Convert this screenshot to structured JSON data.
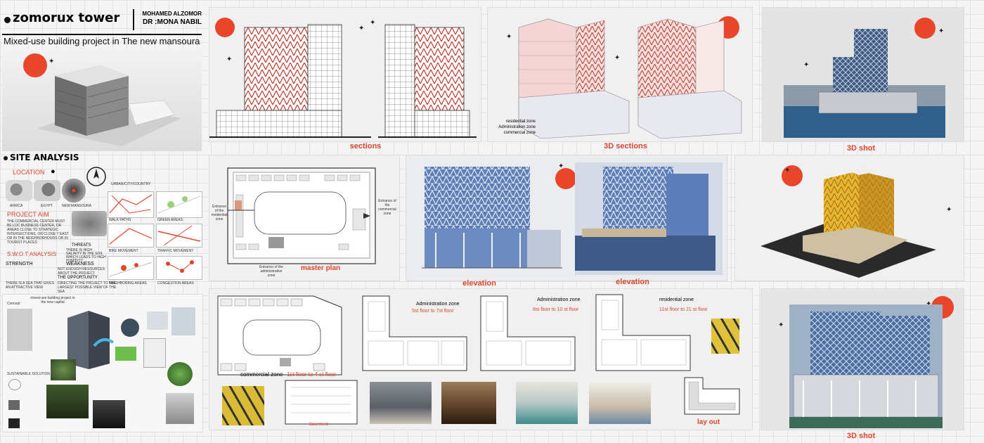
{
  "header": {
    "title": "zomorux tower",
    "author": "MOHAMED ALZOMOR",
    "supervisor": "DR :MONA NABIL",
    "subtitle": "Mixed-use building project in The new mansoura"
  },
  "site_analysis": {
    "heading": "SITE ANALYSIS",
    "location_label": "LOCATION",
    "africa": "AFRICA",
    "egypt": "EGYPT",
    "new_mansoura": "NEW MANSOURA",
    "urban_label": "URBAN/CITY/COUNTRY",
    "project_aim_label": "PROJECT AIM",
    "project_aim_text": "THE COMMERCIAL CENTER MUST BE LOC BUSINESS CENTER, OR AREAS CLOSE TO STRATEGIC INTERSECTIONS, OR CLOSE T EAST OR IN THE NEIGHBORHOODS OR IN TOURIST PLACES",
    "swot_label": "S.W.O.T ANALYSIS",
    "strength_label": "STRENGTH",
    "strength_text": "THERE IS A SEA THAT GIVES AN ATTRACTIVE VIEW",
    "threats_label": "THREATS",
    "threats_text": "THERE IS HIGH SALINITY IN THE SOIL WHICH LEADS TO HIGH HUMIDITY",
    "weakness_label": "WEAKNESS",
    "weakness_text": "NOT ENOUGH RESOURCES ABOUT THE PROJECT",
    "opportunity_label": "THE OPPORTUNITY",
    "opportunity_text": "DIRECTING THE PROJECT TO THE LARGEST POSSIBLE VIEW OF THE SEA",
    "maps": [
      "WALK PATHS",
      "GREEN AREAS",
      "BIKE MOVEMENT",
      "TRAFFIC MOVEMENT",
      "NEIGHBORING AREAS",
      "CONGESTION AREAS"
    ],
    "concept_label": "Concept",
    "concept_text": "mixed-use building project in the new capital",
    "sustainable_label": "SUSTAINABLE SOLUTION"
  },
  "captions": {
    "sections": "sections",
    "sections_3d": "3D sections",
    "shot_3d_top": "3D shot",
    "master_plan": "master plan",
    "elevation_1": "elevation",
    "elevation_2": "elevation",
    "shot_3d_bottom": "3D shot",
    "commercial_zone": "commercial zone",
    "floor_1_4": "1st floor to 4 st floor",
    "basement": "Basement",
    "layout": "lay out"
  },
  "zones_legend": {
    "residential": "residential zone",
    "administration": "Administration zone",
    "commercial": "commercial zone"
  },
  "master_plan_labels": {
    "entrance_residential": "Entrance of the residential zone",
    "entrance_commercial": "Entrance of the commercial zone",
    "entrance_admin": "Entrance of the administrative zone"
  },
  "floor_plans": {
    "admin_1_title": "Administration zone",
    "admin_1_floors": "5st floor to 7st floor",
    "admin_2_title": "Administration zone",
    "admin_2_floors": "8st floor to 10 st floor",
    "residential_title": "residential zone",
    "residential_floors": "11st floor to 21 st floor"
  },
  "colors": {
    "accent": "#e0452b",
    "sun": "#e8452a",
    "facade_red": "#c0392b",
    "sky_blue": "#4a6fa5"
  }
}
